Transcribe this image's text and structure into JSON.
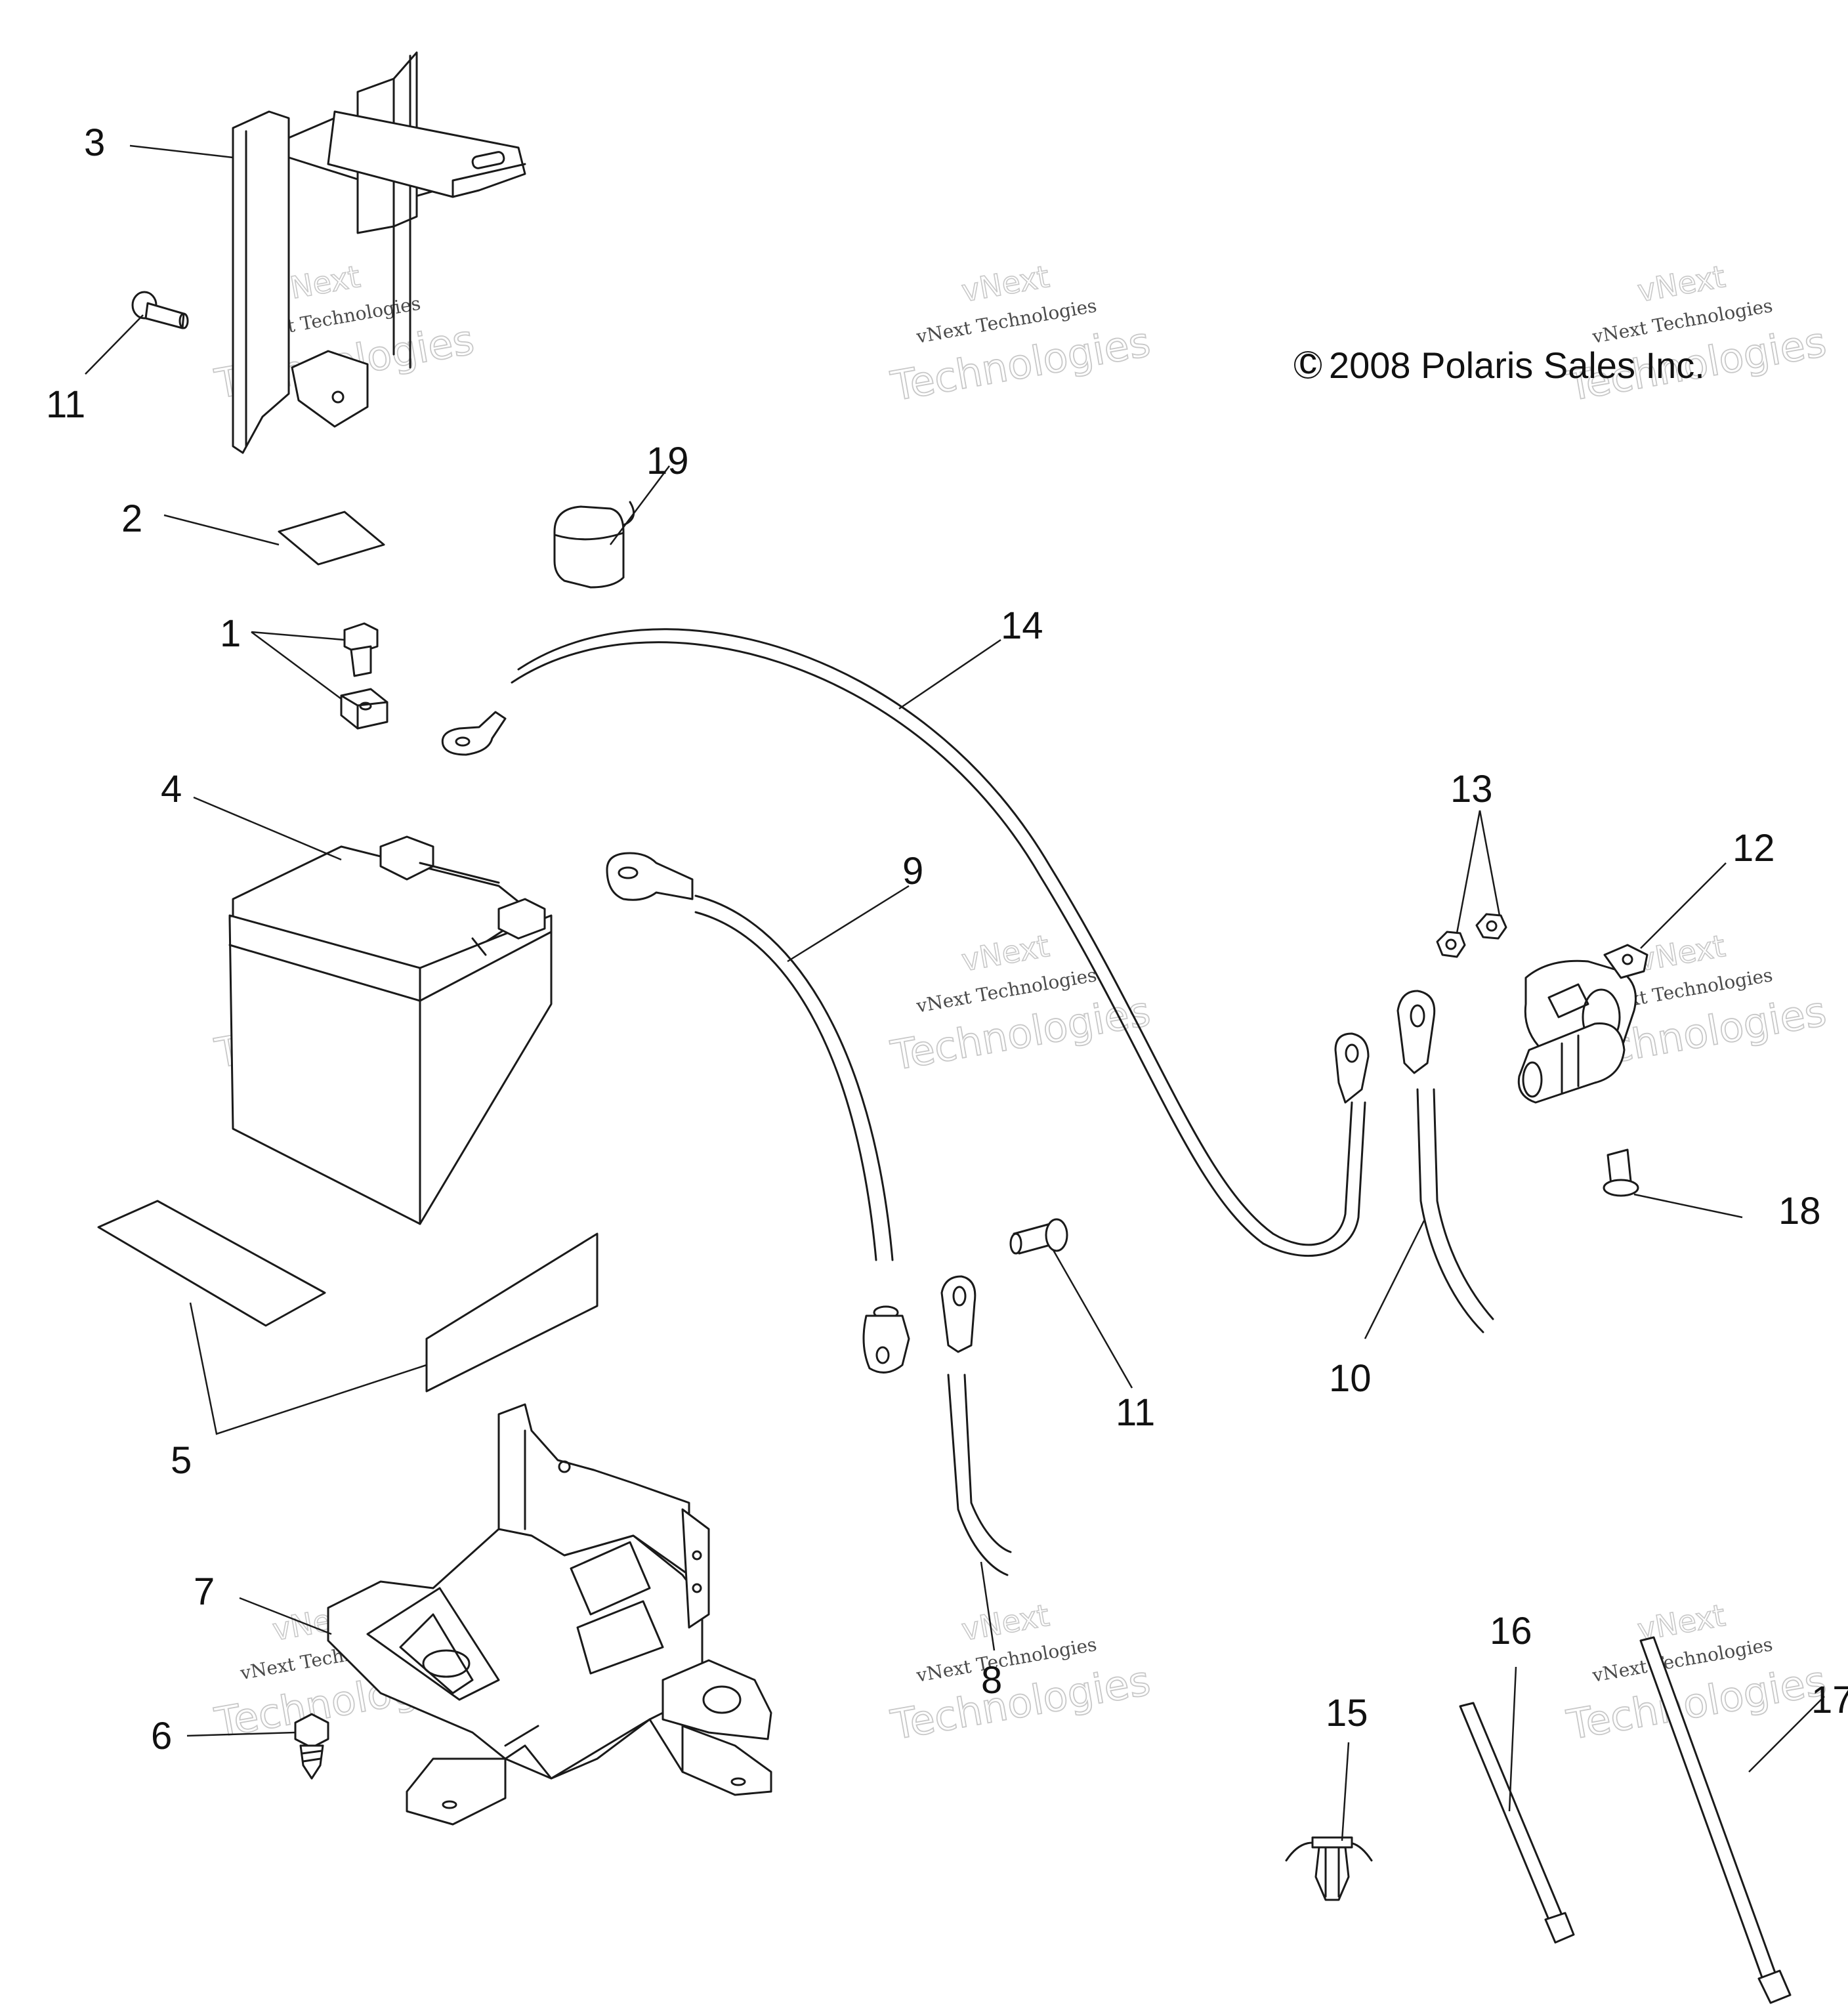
{
  "copyright": "2008 Polaris Sales Inc.",
  "copyright_symbol": "c",
  "watermark": {
    "line1": "vNext",
    "line2": "vNext Technologies",
    "line3": "Technologies"
  },
  "callouts": {
    "c1": "1",
    "c2": "2",
    "c3": "3",
    "c4": "4",
    "c5": "5",
    "c6": "6",
    "c7": "7",
    "c8": "8",
    "c9": "9",
    "c10": "10",
    "c11a": "11",
    "c11b": "11",
    "c12": "12",
    "c13": "13",
    "c14": "14",
    "c15": "15",
    "c16": "16",
    "c17": "17",
    "c18": "18",
    "c19": "19"
  }
}
